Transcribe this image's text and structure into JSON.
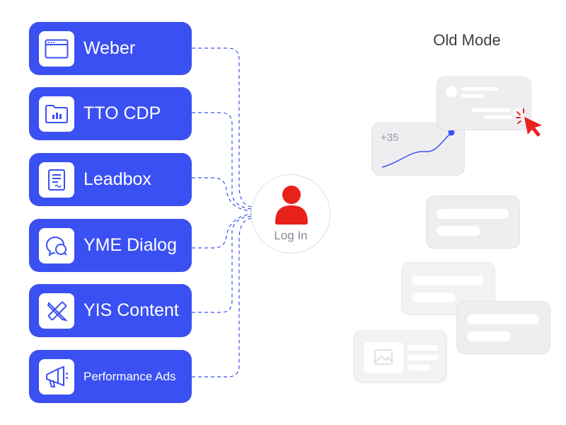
{
  "apps": [
    {
      "label": "Weber",
      "icon": "browser-window-icon"
    },
    {
      "label": "TTO CDP",
      "icon": "folder-chart-icon"
    },
    {
      "label": "Leadbox",
      "icon": "document-icon"
    },
    {
      "label": "YME Dialog",
      "icon": "chat-bubbles-icon"
    },
    {
      "label": "YIS Content",
      "icon": "pencil-ruler-icon"
    },
    {
      "label": "Performance Ads",
      "icon": "megaphone-icon"
    }
  ],
  "login": {
    "label": "Log In",
    "icon": "user-icon"
  },
  "mode": {
    "title": "Old Mode"
  },
  "chart_card": {
    "value_label": "+35"
  },
  "colors": {
    "app_blue": "#3b50f2",
    "user_red": "#e8211d",
    "connector": "#3b50f2",
    "card_gray": "#eeeef1"
  }
}
